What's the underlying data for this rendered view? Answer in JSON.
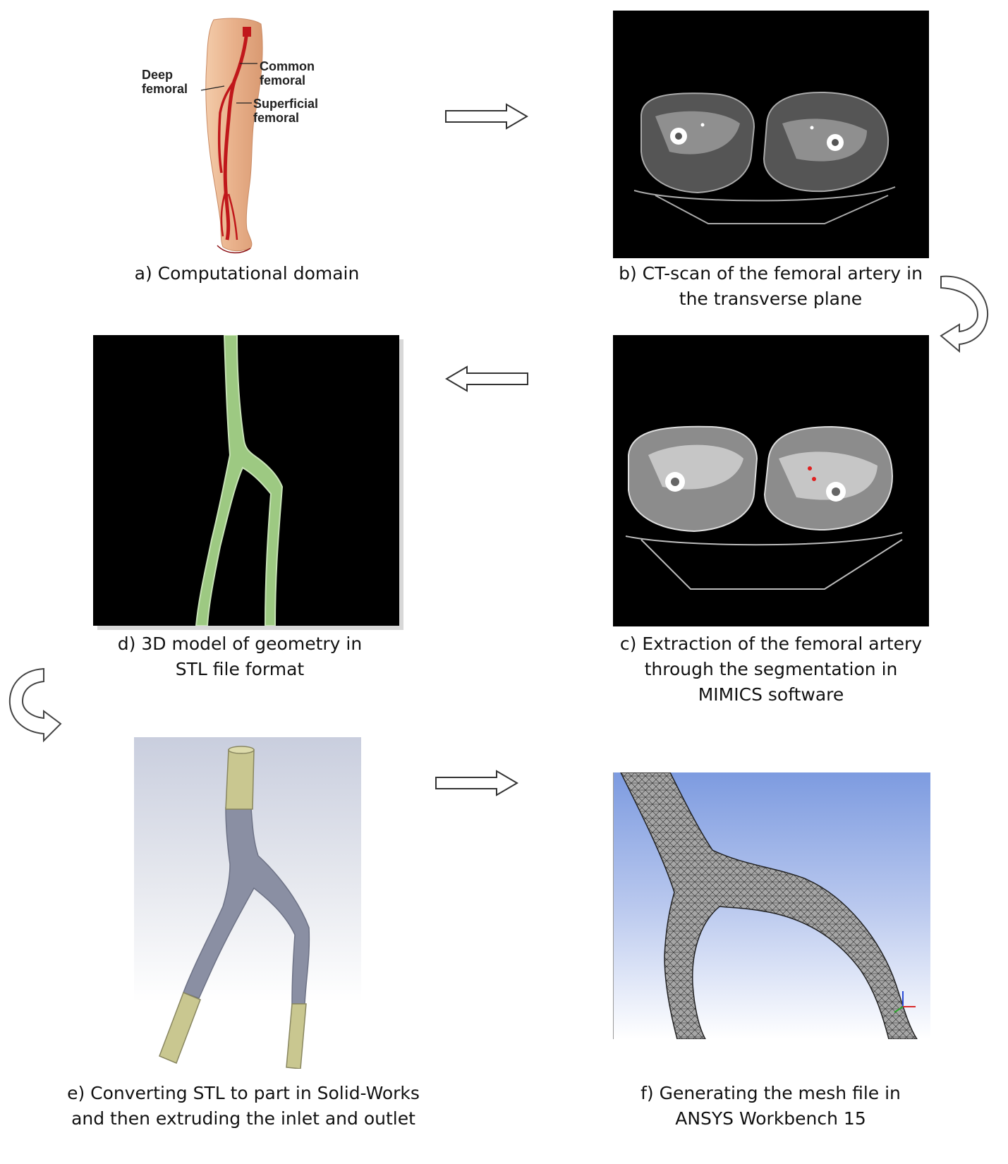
{
  "panels": {
    "a": {
      "caption": "a) Computational domain",
      "labels": {
        "deep_1": "Deep",
        "deep_2": "femoral",
        "common_1": "Common",
        "common_2": "femoral",
        "superficial_1": "Superficial",
        "superficial_2": "femoral"
      }
    },
    "b": {
      "caption_1": "b) CT-scan of the femoral artery in",
      "caption_2": "the transverse plane"
    },
    "c": {
      "caption_1": "c) Extraction of the femoral artery",
      "caption_2": "through the segmentation in",
      "caption_3": "MIMICS software"
    },
    "d": {
      "caption_1": "d) 3D model of geometry in",
      "caption_2": "STL file format"
    },
    "e": {
      "caption_1": "e) Converting STL to part in Solid-Works",
      "caption_2": "and then extruding the inlet and outlet"
    },
    "f": {
      "caption_1": "f) Generating the mesh file in",
      "caption_2": "ANSYS Workbench 15"
    }
  },
  "arrows": [
    {
      "name": "arrow-a-to-b",
      "direction": "right"
    },
    {
      "name": "arrow-b-to-c",
      "direction": "curved-down"
    },
    {
      "name": "arrow-c-to-d",
      "direction": "left"
    },
    {
      "name": "arrow-d-to-e",
      "direction": "curved-down"
    },
    {
      "name": "arrow-e-to-f",
      "direction": "right"
    }
  ],
  "colors": {
    "artery_red": "#c0171b",
    "skin": "#e9b58f",
    "ct_background": "#000000",
    "stl_green": "#b7dc9a",
    "solid_grey": "#8a8fa3",
    "extrusion_khaki": "#c9c790",
    "mesh_sky": "#7d9be0"
  }
}
